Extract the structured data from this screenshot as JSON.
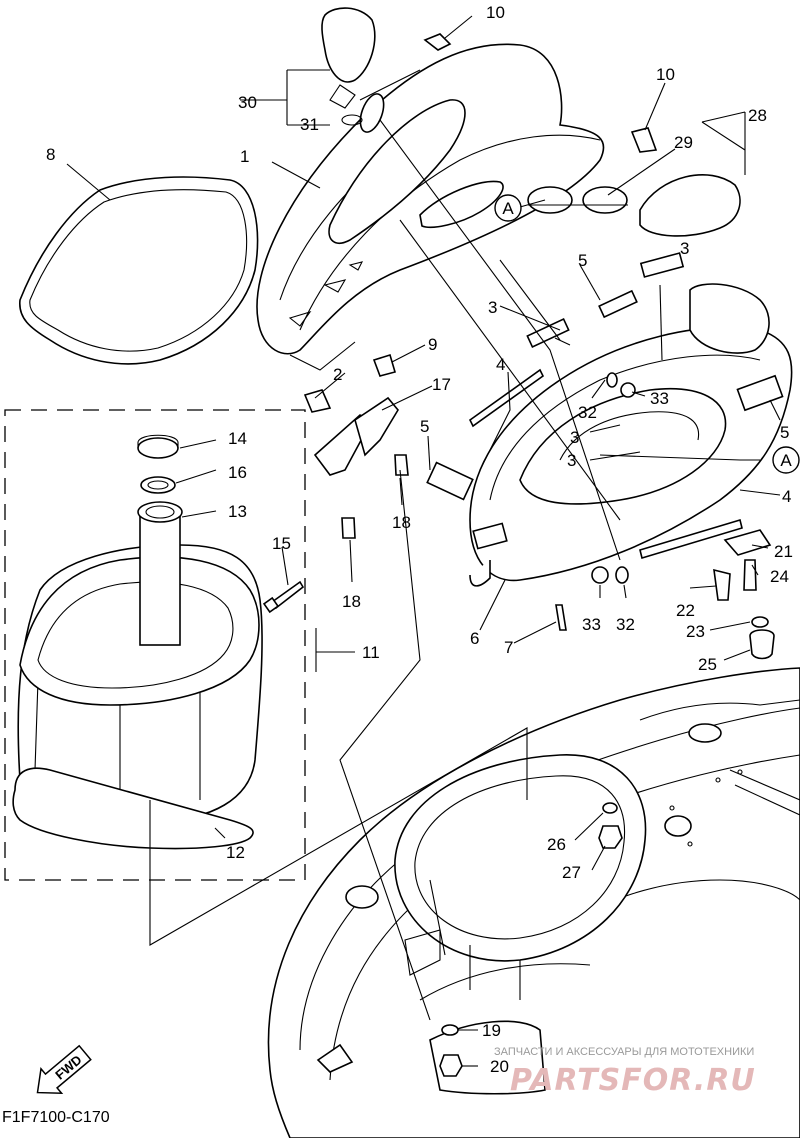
{
  "diagram": {
    "code": "F1F7100-C170",
    "fwd_label": "FWD",
    "ref_marker": "A",
    "callouts": [
      "1",
      "2",
      "3",
      "4",
      "5",
      "6",
      "7",
      "8",
      "9",
      "10",
      "11",
      "12",
      "13",
      "14",
      "15",
      "16",
      "17",
      "18",
      "19",
      "20",
      "21",
      "22",
      "23",
      "24",
      "25",
      "26",
      "27",
      "28",
      "29",
      "30",
      "31",
      "32",
      "33"
    ]
  },
  "watermark": {
    "text_small": "ЗАПЧАСТИ И АКСЕССУАРЫ ДЛЯ МОТОТЕХНИКИ",
    "text_big": "PARTSFOR.RU"
  }
}
